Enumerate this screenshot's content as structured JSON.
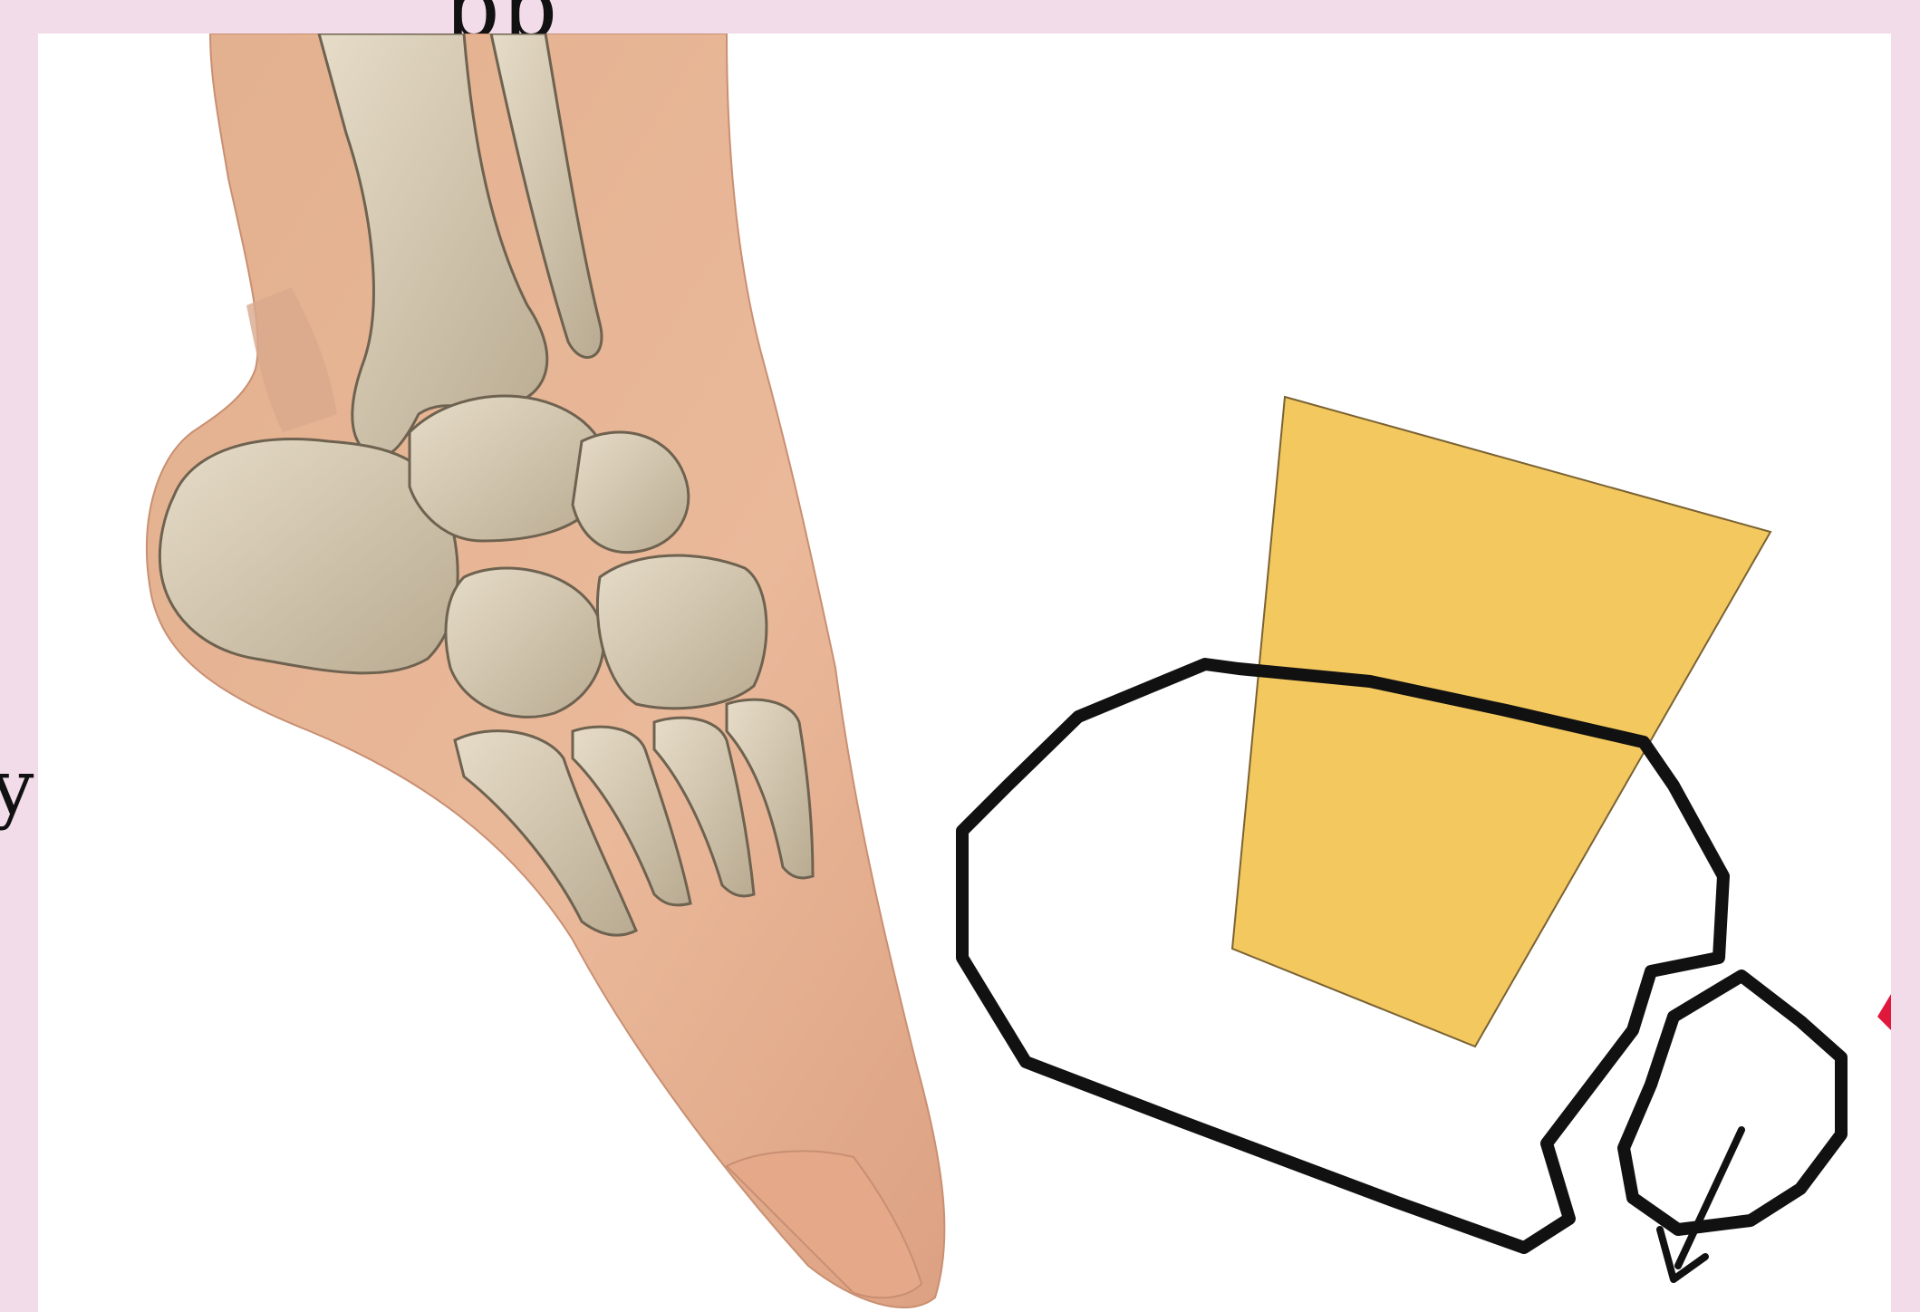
{
  "slide": {
    "title_fragment": "pp",
    "side_fragment": "y:"
  },
  "colors": {
    "background": "#f3dcea",
    "panel": "#ffffff",
    "trapezoid_fill": "#f2c555",
    "outline": "#111111",
    "marker": "#e0183c"
  },
  "icons": [
    "foot-skeleton-illustration",
    "trapezoid-shape",
    "foot-outline-drawing",
    "toe-outline-drawing",
    "arrow-down-icon"
  ]
}
